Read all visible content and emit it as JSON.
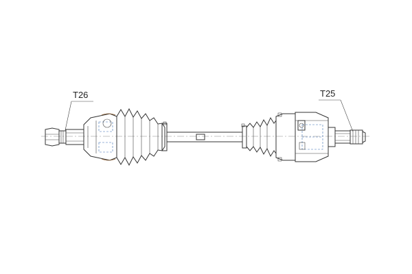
{
  "callouts": [
    {
      "id": "left",
      "label": "T26"
    },
    {
      "id": "right",
      "label": "T25"
    }
  ],
  "colors": {
    "line": "#333333",
    "hidden_line": "#3a6fb5",
    "accent_brown": "#8a5a2b",
    "background": "#ffffff"
  }
}
